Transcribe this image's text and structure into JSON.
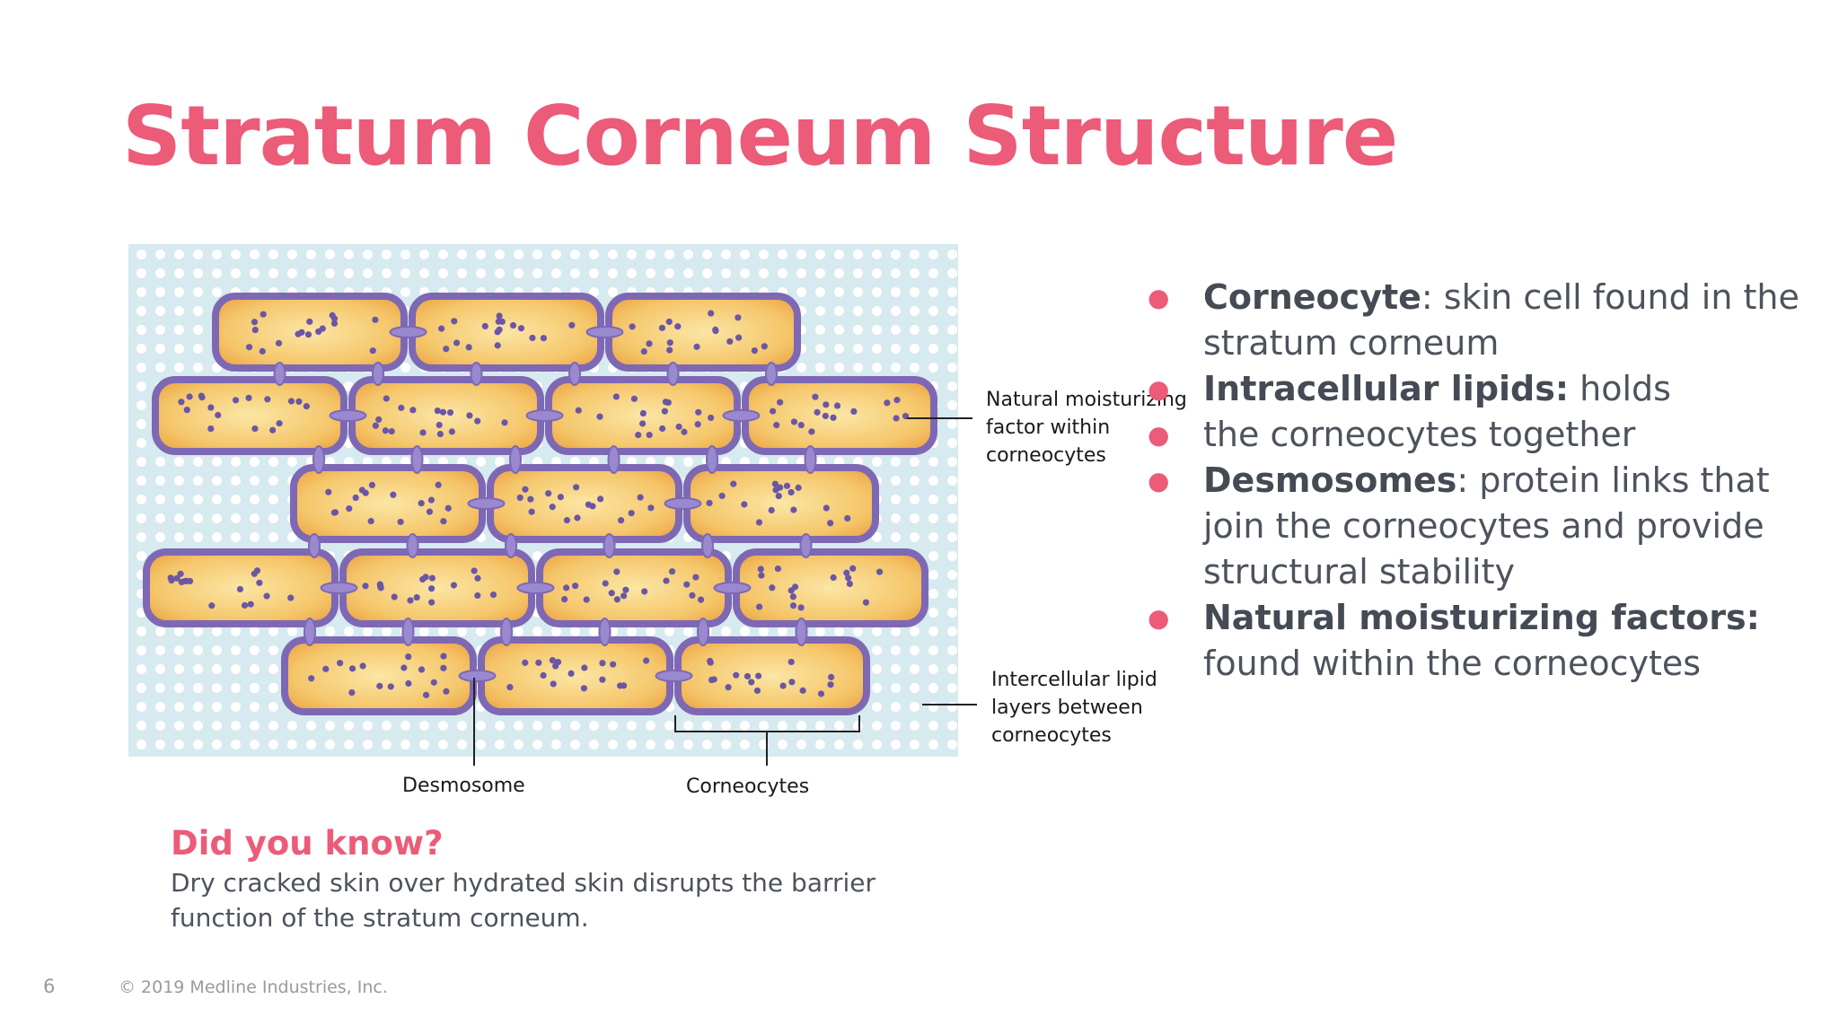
{
  "slide": {
    "title": "Stratum Corneum Structure",
    "page_number": "6",
    "copyright": "© 2019 Medline Industries, Inc."
  },
  "colors": {
    "accent_pink": "#ec5b78",
    "cell_fill": "#f5c66a",
    "cell_outline": "#7e68b4",
    "lipid_background": "#d6eaf0",
    "body_text": "#4d535d"
  },
  "diagram": {
    "labels": {
      "nmf": [
        "Natural moisturizing",
        "factor within",
        "corneocytes"
      ],
      "lipid": [
        "Intercellular lipid",
        "layers between",
        "corneocytes"
      ],
      "desmosome": "Desmosome",
      "corneocytes": "Corneocytes"
    },
    "row_cell_counts": [
      3,
      4,
      3,
      4,
      3
    ]
  },
  "bullets": [
    {
      "term": "Corneocyte",
      "text": ": skin cell found in the stratum corneum"
    },
    {
      "term": "Intracellular lipids:",
      "text": " holds"
    },
    {
      "term": "",
      "text": "the corneocytes together"
    },
    {
      "term": "Desmosomes",
      "text": ": protein links that join the corneocytes and provide structural stability"
    },
    {
      "term": "Natural moisturizing factors:",
      "text": " found within the corneocytes"
    }
  ],
  "did_you_know": {
    "heading": "Did you know?",
    "text": "Dry cracked skin over hydrated skin disrupts the barrier function of the stratum corneum."
  }
}
